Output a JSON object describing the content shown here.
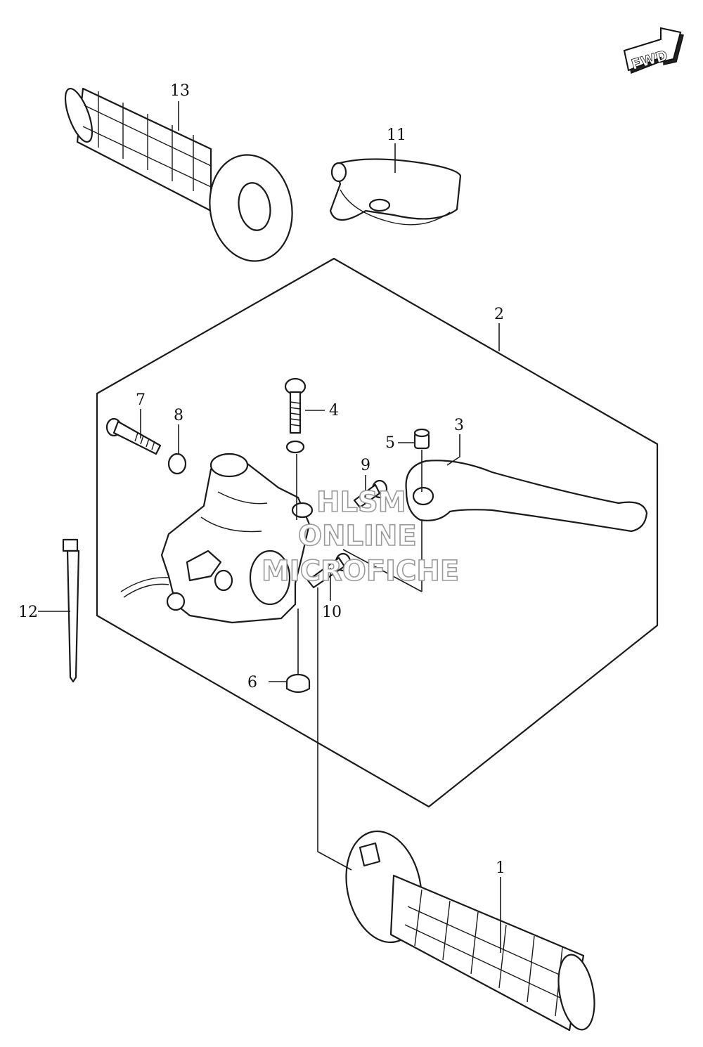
{
  "callouts": {
    "c1": "1",
    "c2": "2",
    "c3": "3",
    "c4": "4",
    "c5": "5",
    "c6": "6",
    "c7": "7",
    "c8": "8",
    "c9": "9",
    "c10": "10",
    "c11": "11",
    "c12": "12",
    "c13": "13"
  },
  "fwd_label": "FWD",
  "watermark": {
    "line1": "HLSM",
    "line2": "ONLINE",
    "line3": "MICROFICHE"
  }
}
